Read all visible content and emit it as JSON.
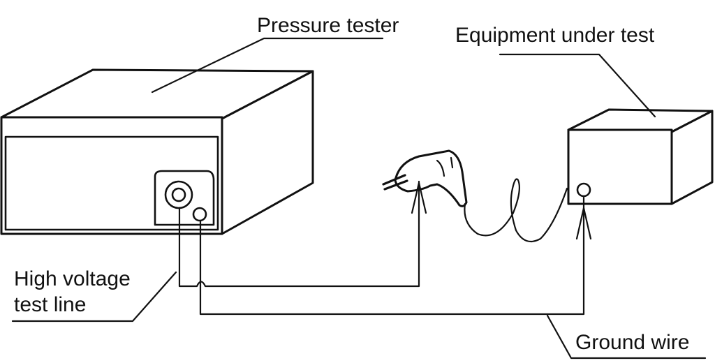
{
  "labels": {
    "pressure_tester": "Pressure tester",
    "equipment_under_test": "Equipment under test",
    "high_voltage_line1": "High voltage",
    "high_voltage_line2": "test line",
    "ground_wire": "Ground wire"
  }
}
